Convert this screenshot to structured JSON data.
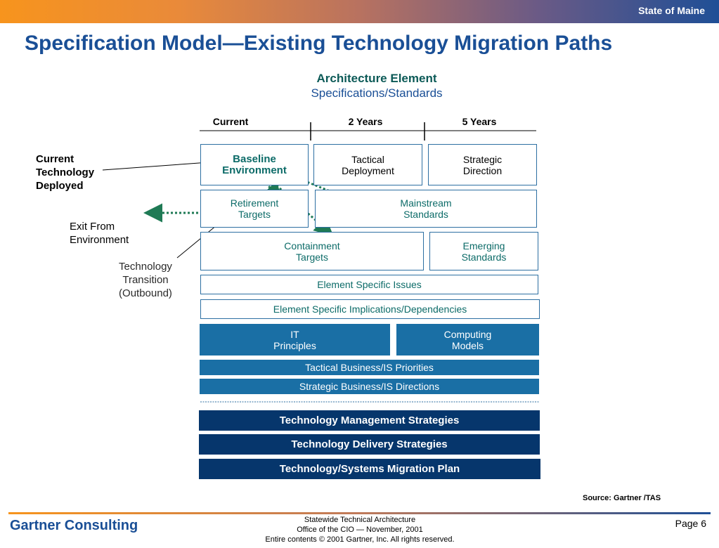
{
  "header": {
    "org": "State of Maine",
    "title": "Specification Model—Existing Technology Migration Paths"
  },
  "diagram": {
    "title": "Architecture Element",
    "subtitle": "Specifications/Standards",
    "columns": [
      "Current",
      "2 Years",
      "5 Years"
    ],
    "boxes": {
      "baseline": "Baseline\nEnvironment",
      "tactical": "Tactical\nDeployment",
      "strategic": "Strategic\nDirection",
      "retirement": "Retirement\nTargets",
      "mainstream": "Mainstream\nStandards",
      "containment": "Containment\nTargets",
      "emerging": "Emerging\nStandards",
      "issues": "Element Specific Issues",
      "implications": "Element Specific Implications/Dependencies",
      "it_principles": "IT\nPrinciples",
      "computing_models": "Computing\nModels",
      "tactical_priorities": "Tactical Business/IS Priorities",
      "strategic_directions": "Strategic Business/IS Directions",
      "tms": "Technology Management Strategies",
      "tds": "Technology Delivery Strategies",
      "migration_plan": "Technology/Systems  Migration Plan"
    },
    "side_labels": {
      "current_tech": "Current\nTechnology\nDeployed",
      "exit": "Exit From\nEnvironment",
      "transition": "Technology\nTransition\n(Outbound)"
    },
    "colors": {
      "title_blue": "#1a4f96",
      "teal": "#0c6b68",
      "fill_blue": "#1a6fa5",
      "navy": "#06366c",
      "arrow_green": "#1f7a55"
    }
  },
  "footer": {
    "brand": "Gartner Consulting",
    "line1": "Statewide Technical Architecture",
    "line2": "Office of the CIO —  November, 2001",
    "line3": "Entire contents © 2001 Gartner, Inc. All rights reserved.",
    "page": "Page 6",
    "source": "Source: Gartner /TAS"
  }
}
